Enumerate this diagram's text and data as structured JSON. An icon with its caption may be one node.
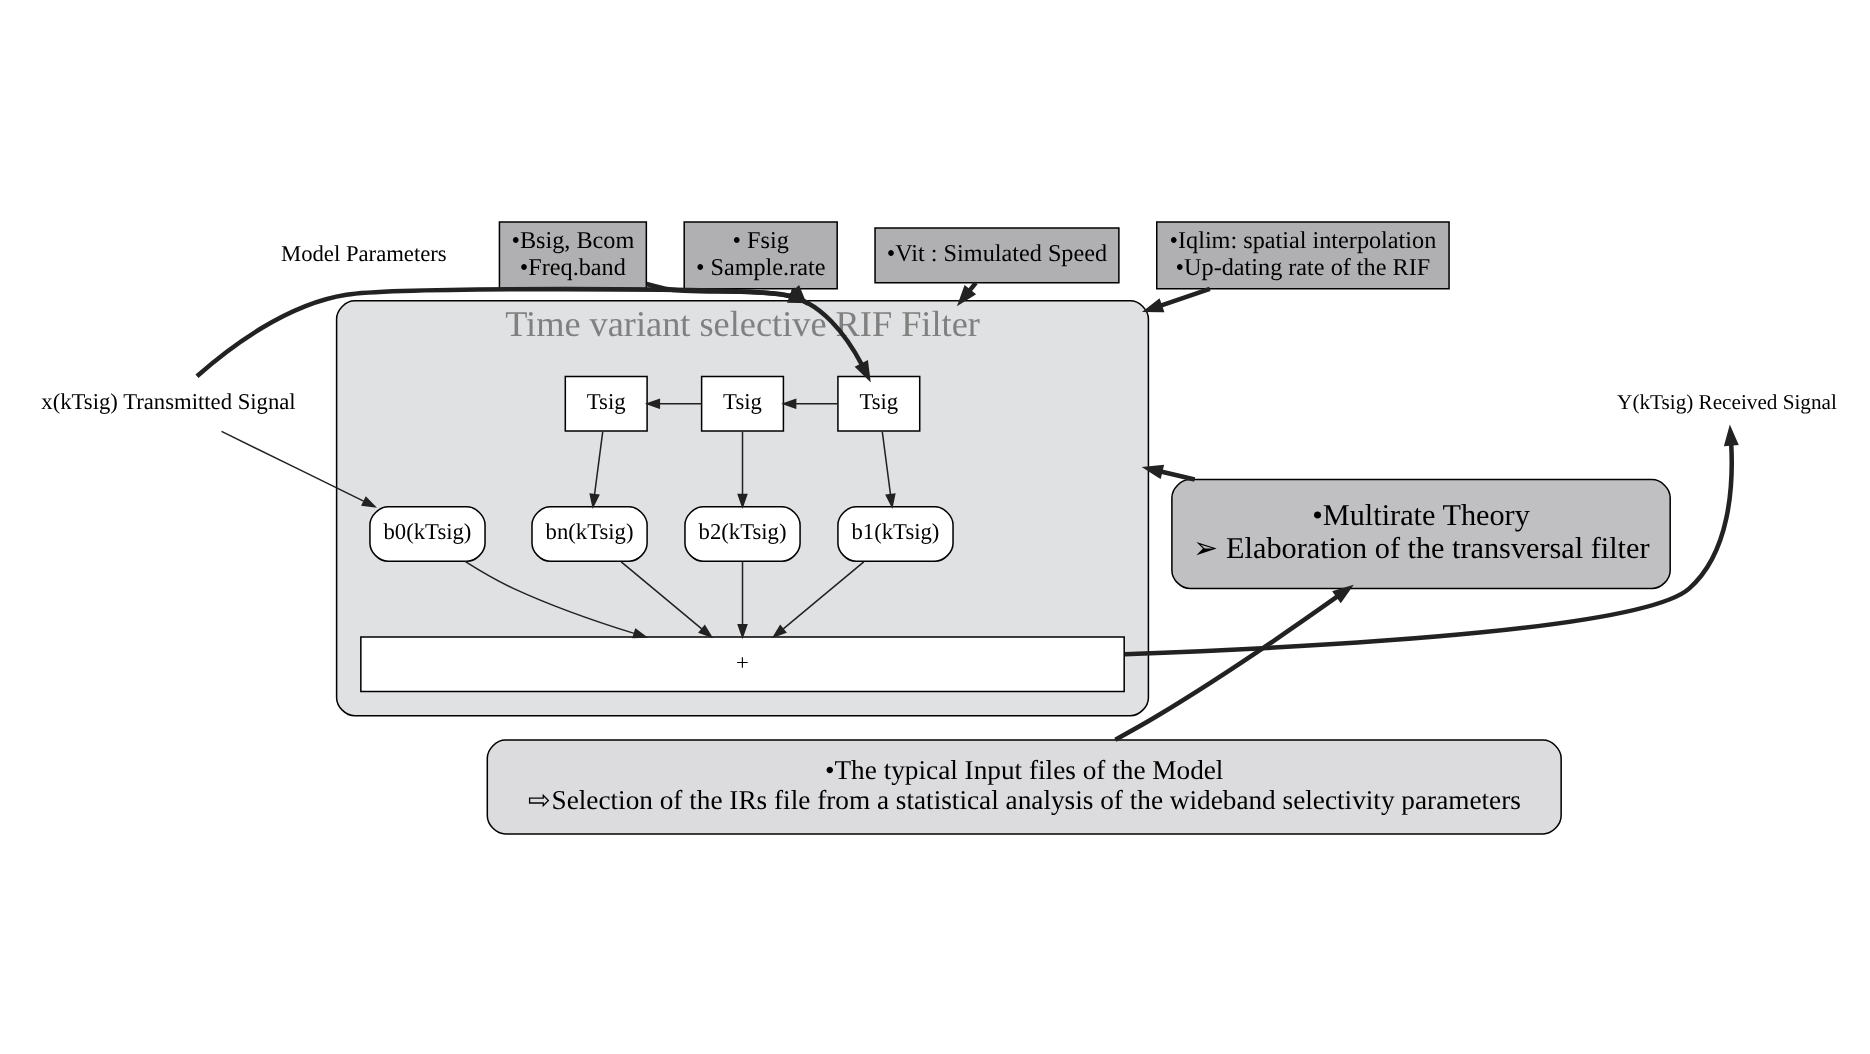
{
  "diagram": {
    "nodes": [
      {
        "text": [
          "•Bsig, Bcom",
          "•Freq.band"
        ]
      },
      {
        "text": [
          "• Fsig",
          "• Sample.rate"
        ]
      },
      {
        "text": [
          "•Vit : Simulated Speed"
        ]
      },
      {
        "text": [
          "•Iqlim: spatial interpolation",
          "•Up-dating rate of the RIF"
        ]
      },
      {
        "text": [
          "x(kTsig) Transmitted Signal"
        ]
      },
      {
        "text": [
          "Time variant selective RIF Filter"
        ]
      },
      {
        "text": [
          "Tsig"
        ],
        "in": 5
      },
      {
        "text": [
          "Tsig"
        ],
        "in": 5
      },
      {
        "text": [
          "Tsig"
        ],
        "in": 5
      },
      {
        "text": [
          "b0(kTsig)"
        ],
        "in": 5
      },
      {
        "text": [
          "b1(kTsig)"
        ],
        "in": 5
      },
      {
        "text": [
          "b2(kTsig)"
        ],
        "in": 5
      },
      {
        "text": [
          "bn(kTsig)"
        ],
        "in": 5
      },
      {
        "text": [
          "+"
        ],
        "in": 5
      },
      {
        "text": [
          "Y(kTsig) Received Signal"
        ]
      },
      {
        "text": [
          "•Multirate Theory",
          "➢ Elaboration of the transversal filter"
        ]
      },
      {
        "text": [
          "•The typical Input files of the Model",
          "⇨Selection of the IRs file from a statistical analysis of the wideband selectivity parameters"
        ]
      }
    ],
    "edges": [
      {
        "from": 0,
        "to": 5,
        "arrow": "to",
        "style": "thick"
      },
      {
        "from": 1,
        "to": 5,
        "arrow": "to",
        "style": "thick"
      },
      {
        "from": 2,
        "to": 5,
        "arrow": "to",
        "style": "thick"
      },
      {
        "from": 3,
        "to": 5,
        "arrow": "to",
        "style": "thick"
      },
      {
        "from": 4,
        "to": 6,
        "arrow": "to",
        "style": "thick"
      },
      {
        "from": 4,
        "to": 9,
        "arrow": "to"
      },
      {
        "from": 6,
        "to": 7,
        "arrow": "to"
      },
      {
        "from": 6,
        "to": 10,
        "arrow": "to"
      },
      {
        "from": 7,
        "to": 8,
        "arrow": "to"
      },
      {
        "from": 7,
        "to": 11,
        "arrow": "to"
      },
      {
        "from": 8,
        "to": 12,
        "arrow": "to"
      },
      {
        "from": 9,
        "to": 13,
        "arrow": "to"
      },
      {
        "from": 10,
        "to": 13,
        "arrow": "to"
      },
      {
        "from": 11,
        "to": 13,
        "arrow": "to"
      },
      {
        "from": 12,
        "to": 13,
        "arrow": "to"
      },
      {
        "from": 13,
        "to": 14,
        "arrow": "to",
        "style": "thick"
      },
      {
        "from": 15,
        "to": 5,
        "arrow": "to",
        "style": "thick"
      },
      {
        "from": 16,
        "to": 15,
        "arrow": "to",
        "style": "thick"
      }
    ],
    "labels": [
      "Model Parameters"
    ]
  }
}
